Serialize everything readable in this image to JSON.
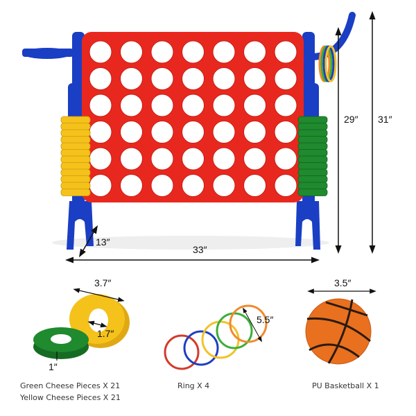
{
  "product": {
    "board": {
      "columns": 7,
      "rows": 6,
      "colors": {
        "grid": "#e8281e",
        "frame": "#1a3fc4",
        "yellow_piece": "#f5c21b",
        "green_piece": "#1f8a2e",
        "background": "#ffffff"
      }
    },
    "dimensions": {
      "width": "33″",
      "depth": "13″",
      "frame_height": "29″",
      "total_height": "31″"
    }
  },
  "accessories": {
    "cheese_pieces": {
      "outer_diameter": "3.7″",
      "inner_diameter": "1.7″",
      "thickness": "1″",
      "caption_green": "Green Cheese Pieces X 21",
      "caption_yellow": "Yellow Cheese Pieces X 21"
    },
    "rings": {
      "diameter": "5.5″",
      "caption": "Ring X 4",
      "colors": [
        "#d33a2c",
        "#1f3fbf",
        "#f2c22a",
        "#3cae3a",
        "#f08a2e"
      ]
    },
    "basketball": {
      "diameter": "3.5″",
      "caption": "PU Basketball X 1",
      "color": "#e8701f"
    }
  }
}
